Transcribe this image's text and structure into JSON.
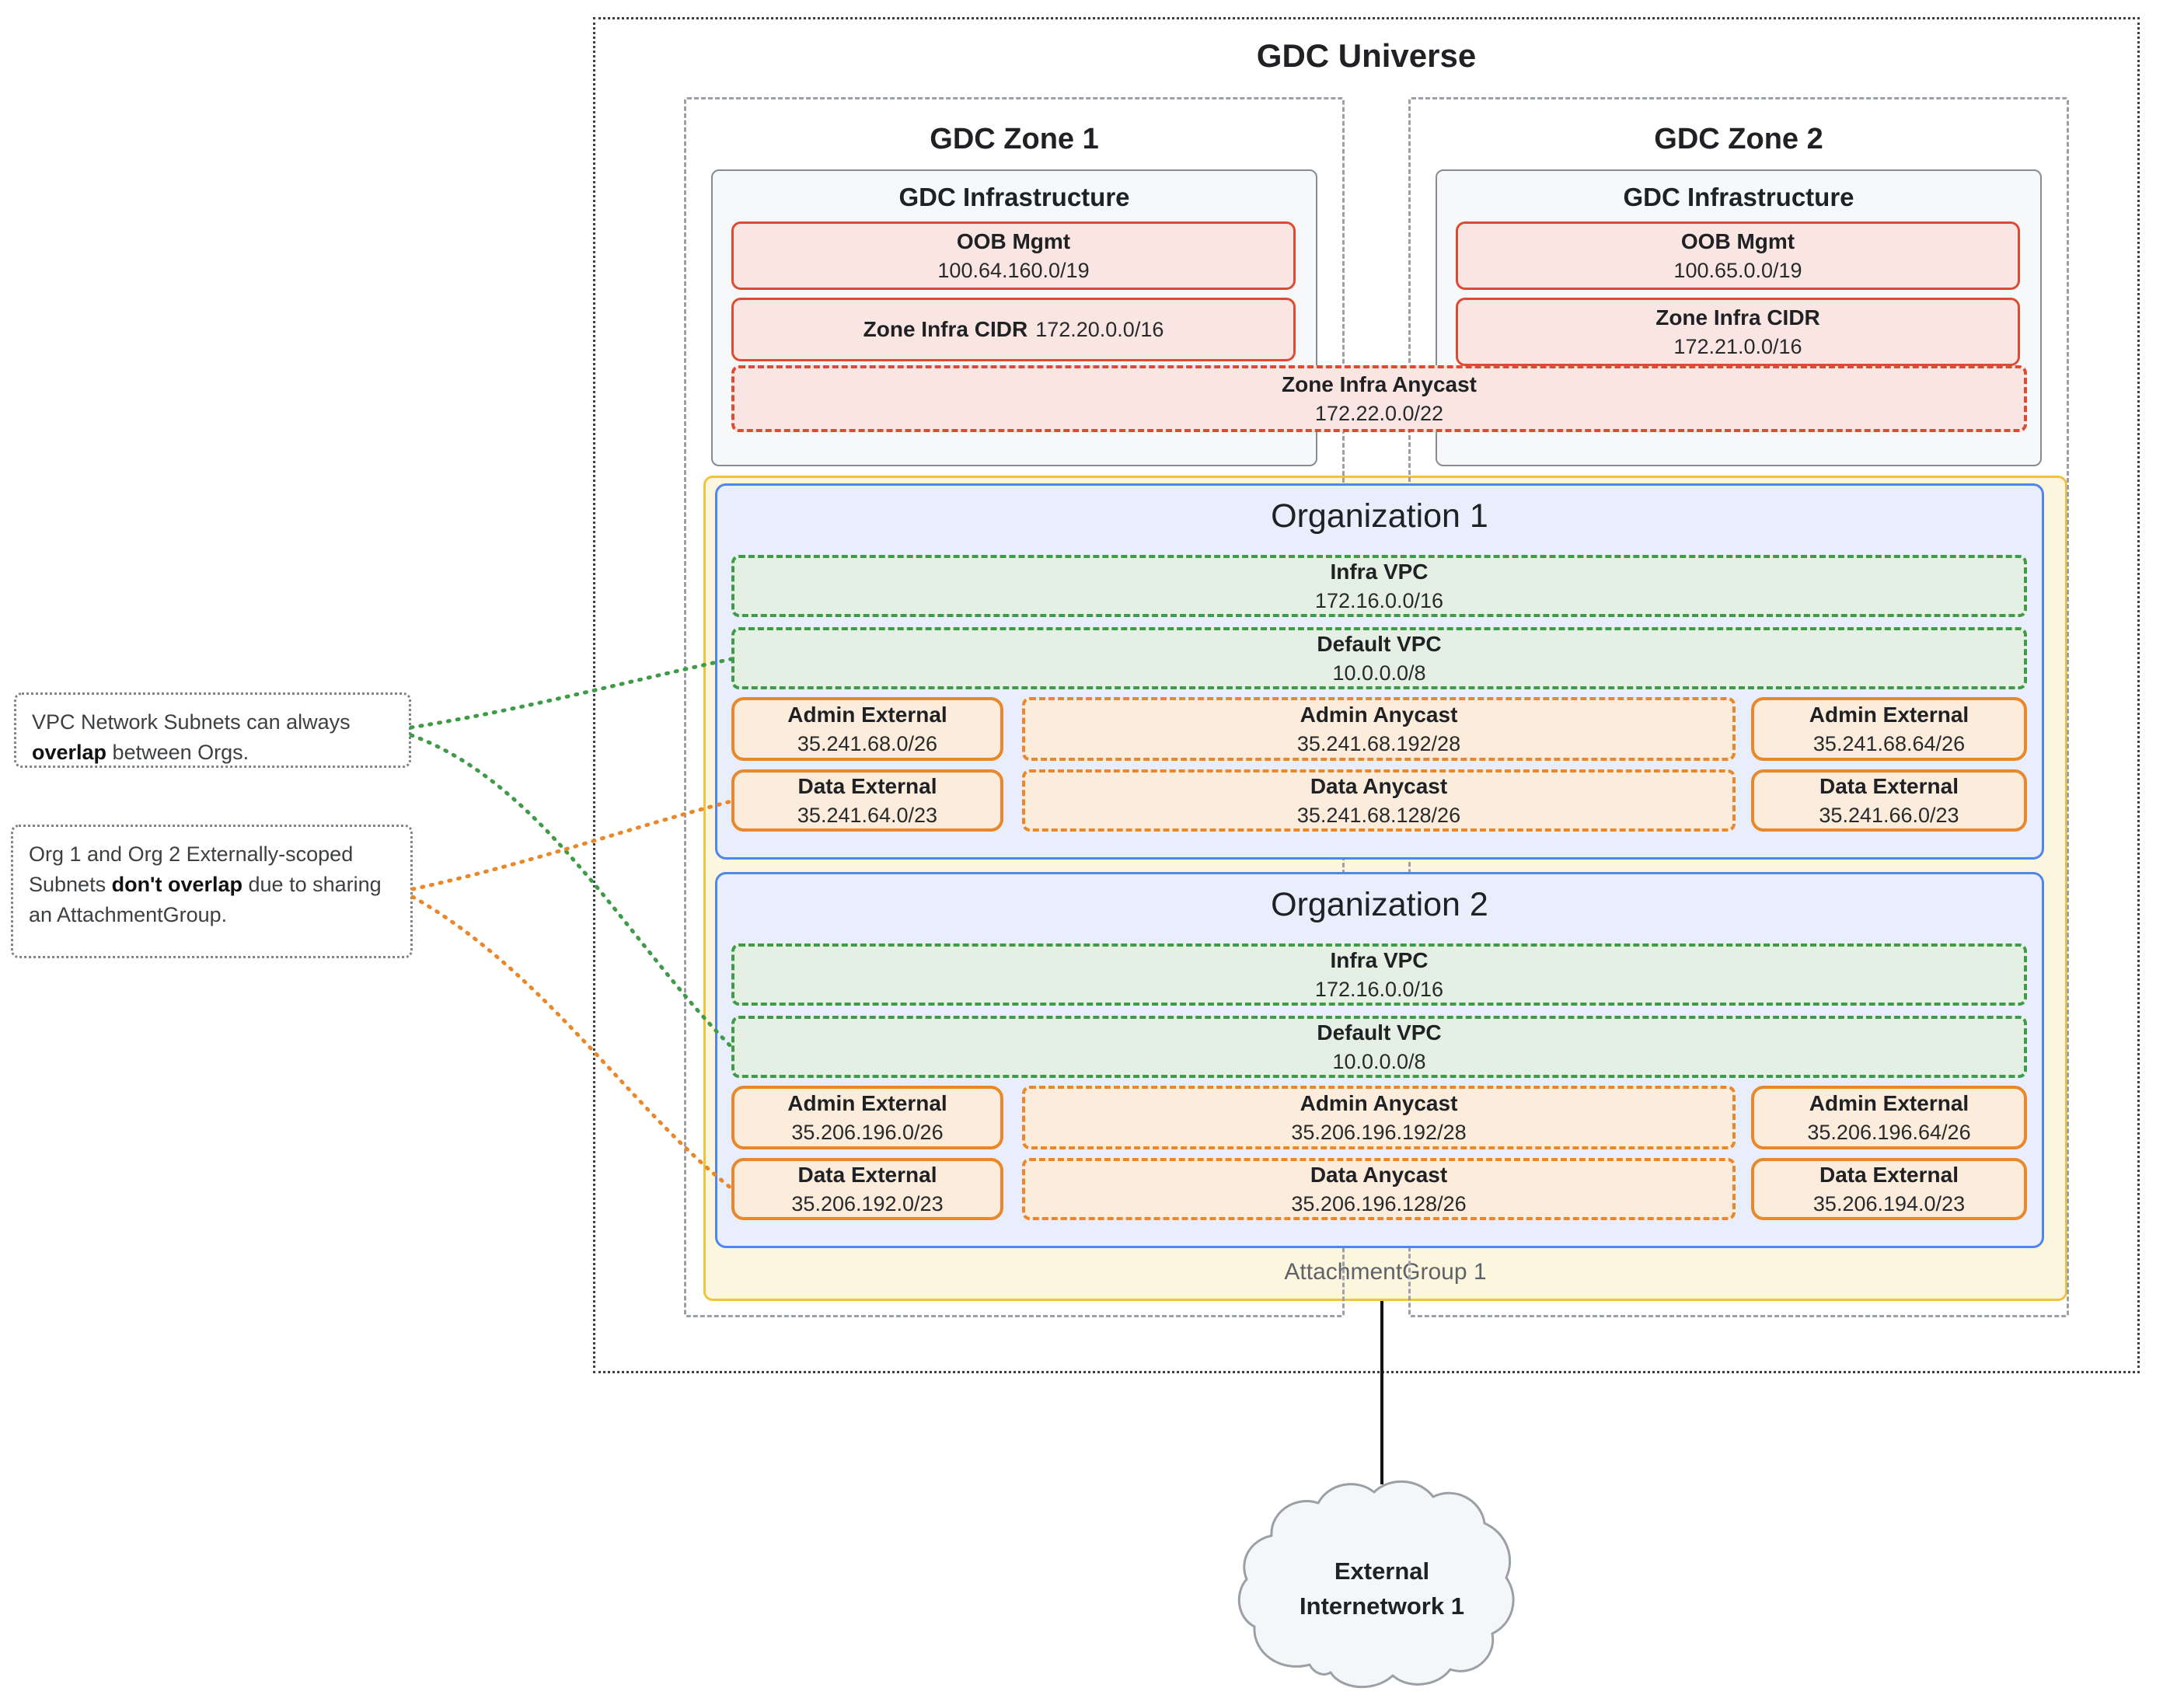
{
  "universe_title": "GDC Universe",
  "zones": [
    {
      "title": "GDC Zone 1",
      "infra_title": "GDC Infrastructure",
      "oob": {
        "label": "OOB Mgmt",
        "cidr": "100.64.160.0/19"
      },
      "zone_cidr": {
        "label": "Zone Infra CIDR",
        "cidr": "172.20.0.0/16"
      }
    },
    {
      "title": "GDC Zone 2",
      "infra_title": "GDC Infrastructure",
      "oob": {
        "label": "OOB Mgmt",
        "cidr": "100.65.0.0/19"
      },
      "zone_cidr": {
        "label": "Zone Infra CIDR",
        "cidr": "172.21.0.0/16"
      }
    }
  ],
  "anycast": {
    "label": "Zone Infra Anycast",
    "cidr": "172.22.0.0/22"
  },
  "attachment_group": {
    "label": "AttachmentGroup 1"
  },
  "organizations": [
    {
      "title": "Organization 1",
      "infra_vpc": {
        "label": "Infra VPC",
        "cidr": "172.16.0.0/16"
      },
      "default_vpc": {
        "label": "Default VPC",
        "cidr": "10.0.0.0/8"
      },
      "admin_external_left": {
        "label": "Admin External",
        "cidr": "35.241.68.0/26"
      },
      "admin_anycast": {
        "label": "Admin Anycast",
        "cidr": "35.241.68.192/28"
      },
      "admin_external_right": {
        "label": "Admin External",
        "cidr": "35.241.68.64/26"
      },
      "data_external_left": {
        "label": "Data External",
        "cidr": "35.241.64.0/23"
      },
      "data_anycast": {
        "label": "Data Anycast",
        "cidr": "35.241.68.128/26"
      },
      "data_external_right": {
        "label": "Data External",
        "cidr": "35.241.66.0/23"
      }
    },
    {
      "title": "Organization 2",
      "infra_vpc": {
        "label": "Infra VPC",
        "cidr": "172.16.0.0/16"
      },
      "default_vpc": {
        "label": "Default VPC",
        "cidr": "10.0.0.0/8"
      },
      "admin_external_left": {
        "label": "Admin External",
        "cidr": "35.206.196.0/26"
      },
      "admin_anycast": {
        "label": "Admin Anycast",
        "cidr": "35.206.196.192/28"
      },
      "admin_external_right": {
        "label": "Admin External",
        "cidr": "35.206.196.64/26"
      },
      "data_external_left": {
        "label": "Data External",
        "cidr": "35.206.192.0/23"
      },
      "data_anycast": {
        "label": "Data Anycast",
        "cidr": "35.206.196.128/26"
      },
      "data_external_right": {
        "label": "Data External",
        "cidr": "35.206.194.0/23"
      }
    }
  ],
  "annotations": [
    {
      "text_before": "VPC Network Subnets can always ",
      "text_bold": "overlap",
      "text_after": " between Orgs."
    },
    {
      "text_before": "Org 1 and Org 2 Externally-scoped Subnets ",
      "text_bold": "don't overlap",
      "text_after": " due to sharing an AttachmentGroup."
    }
  ],
  "cloud": {
    "label": "External Internetwork 1"
  },
  "colors": {
    "red_border": "#dc4b34",
    "red_fill": "#f9e6e2",
    "orange_border": "#e8882a",
    "orange_fill": "#fbecdc",
    "green_border": "#3f9b48",
    "green_fill": "#e4f0e3",
    "blue_border": "#4e85ee",
    "blue_fill": "#e8eefc",
    "yellow_border": "#f3c33f",
    "yellow_fill": "#fdf6df",
    "gray_border": "#9aa0a6"
  }
}
